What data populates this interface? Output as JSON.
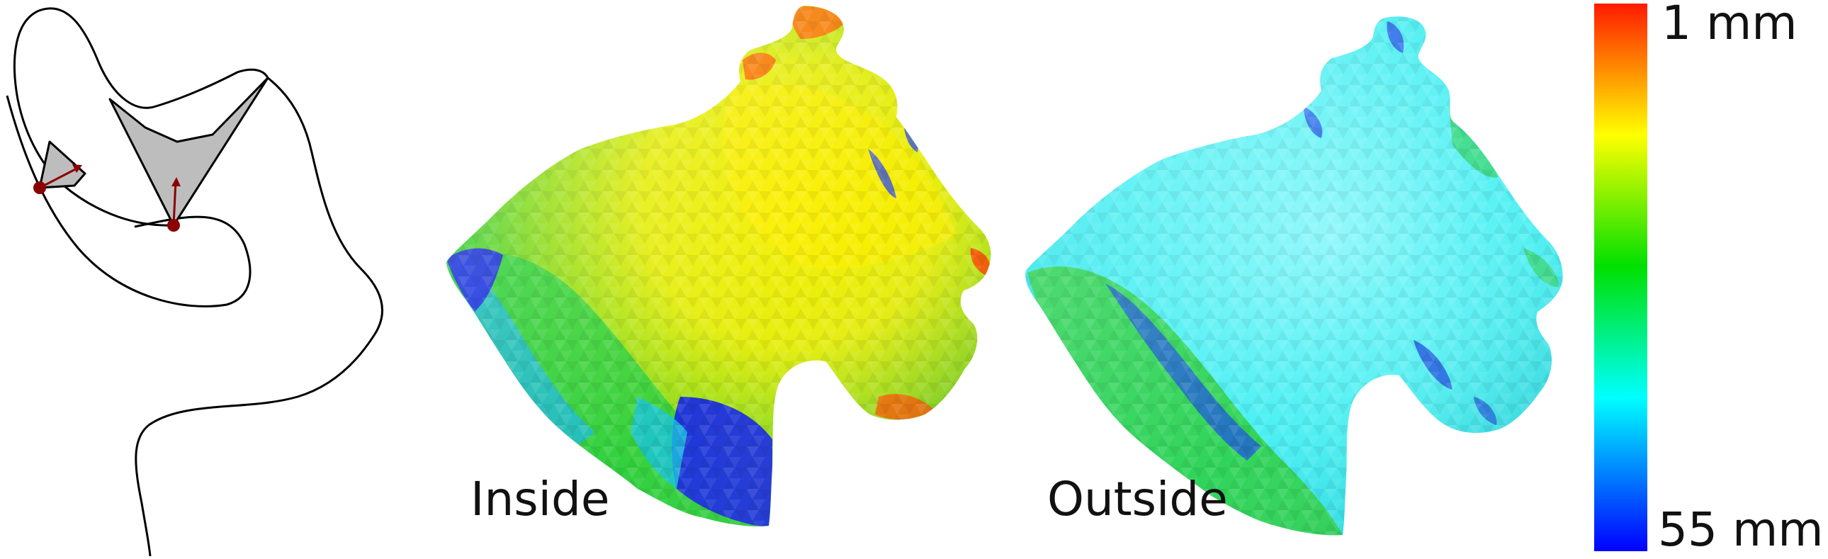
{
  "labels": {
    "inside": "Inside",
    "outside": "Outside"
  },
  "colorbar": {
    "max_label": "1 mm",
    "min_label": "55 mm",
    "colors": [
      "#ff1a00",
      "#ffff00",
      "#00e000",
      "#00ffff",
      "#0000ff"
    ]
  },
  "colors": {
    "sketch_stroke": "#000000",
    "shaded_region": "#bdbdbd",
    "marker": "#8b0000"
  }
}
